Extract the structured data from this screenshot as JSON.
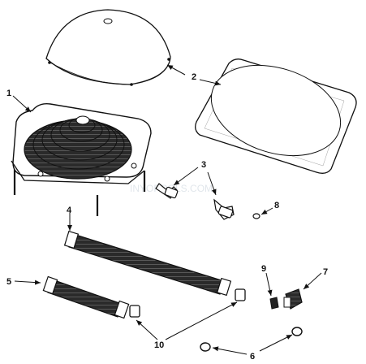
{
  "watermark": "INYOPOOLS.COM",
  "callouts": [
    {
      "id": "1",
      "label": "1"
    },
    {
      "id": "2",
      "label": "2"
    },
    {
      "id": "3",
      "label": "3"
    },
    {
      "id": "4",
      "label": "4"
    },
    {
      "id": "5",
      "label": "5"
    },
    {
      "id": "6",
      "label": "6"
    },
    {
      "id": "7",
      "label": "7"
    },
    {
      "id": "8",
      "label": "8"
    },
    {
      "id": "9",
      "label": "9"
    },
    {
      "id": "10",
      "label": "10"
    }
  ],
  "colors": {
    "ink": "#111111",
    "coil": "#1a1a1a",
    "paper": "#ffffff"
  }
}
